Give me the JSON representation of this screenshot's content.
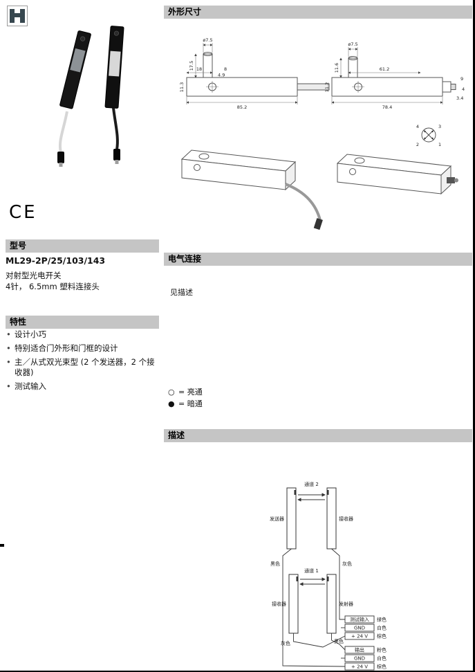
{
  "product": {
    "ce_mark": "CE",
    "model_header": "型号",
    "model": "ML29-2P/25/103/143",
    "type_line": "对射型光电开关",
    "connector_line": "4针， 6.5mm 塑料连接头",
    "features_header": "特性",
    "features": [
      "设计小巧",
      "特别适合门外形和门框的设计",
      "主／从式双光束型 (2 个发送器，2 个接收器)",
      "测试输入"
    ]
  },
  "dimensions": {
    "header": "外形尺寸",
    "left_view": {
      "dia": "ø7.5",
      "height": "17.5",
      "d18": "18",
      "d49": "4.9",
      "d8": "8",
      "side": "11.3",
      "length": "85.2"
    },
    "right_view": {
      "dia": "ø7.5",
      "height": "11.6",
      "top_len": "61.2",
      "side": "11.2",
      "length": "78.4",
      "r1": "9",
      "r2": "4",
      "r3": "3.4"
    },
    "pinout": {
      "tl": "4",
      "tr": "3",
      "bl": "2",
      "br": "1"
    }
  },
  "electrical": {
    "header": "电气连接",
    "note": "见描述",
    "legend": [
      {
        "symbol": "○",
        "label": "=  亮通"
      },
      {
        "symbol": "●",
        "label": "=  暗通"
      }
    ]
  },
  "description": {
    "header": "描述",
    "channel2": "通道 2",
    "channel1": "通道 1",
    "emitter_top": "发送器",
    "receiver_top": "接收器",
    "receiver_bottom": "接收器",
    "emitter_bottom": "发射器",
    "wire_black_top": "黑色",
    "wire_gray_top": "灰色",
    "wire_gray_bottom": "灰色",
    "wire_black_bottom": "黑色",
    "test_group": {
      "rows": [
        "测试输入",
        "GND",
        "+ 24 V"
      ],
      "colors": [
        "绿色",
        "白色",
        "棕色"
      ]
    },
    "output_group": {
      "rows": [
        "输出",
        "GND",
        "+ 24 V"
      ],
      "colors": [
        "粉色",
        "白色",
        "棕色"
      ]
    }
  }
}
